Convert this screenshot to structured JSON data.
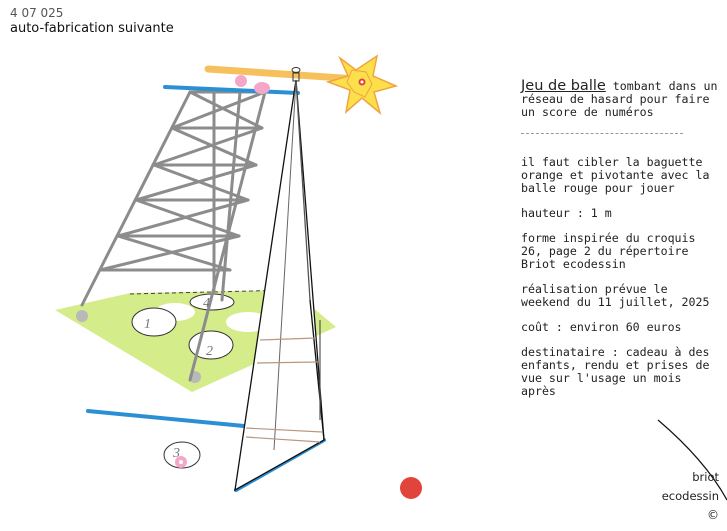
{
  "header": {
    "code": "4 07 025",
    "title": "auto-fabrication suivante"
  },
  "notes": {
    "lead_word": "Jeu de balle",
    "lead_rest": " tombant dans un réseau de hasard pour faire un score de numéros",
    "separator": "------------------------------",
    "aim": "il faut cibler la baguette orange et pivotante avec la balle rouge pour jouer",
    "height": "hauteur : 1 m",
    "inspiration": "forme inspirée du croquis 26, page 2 du répertoire Briot ecodessin",
    "schedule": "réalisation prévue le weekend du 11 juillet, 2025",
    "cost": "coût : environ 60 euros",
    "recipient": "destinataire : cadeau à des enfants, rendu et prises de vue sur l'usage un mois après"
  },
  "signature": {
    "line1": "briot",
    "line2": "ecodessin",
    "mark": "©"
  },
  "holes": {
    "h1": "1",
    "h2": "2",
    "h3": "3",
    "h4": "4"
  },
  "colors": {
    "blue_bar": "#2b8fd4",
    "orange_rod": "#f6c15c",
    "tower_steel": "#8c8c8c",
    "board_green": "#d4ec8a",
    "ball_red": "#e0443a",
    "ball_pink": "#f4a7c8",
    "star_yellow": "#fbe04b"
  },
  "icons": {
    "star": "star-burst-icon",
    "pivot": "pivot-eye-icon"
  }
}
